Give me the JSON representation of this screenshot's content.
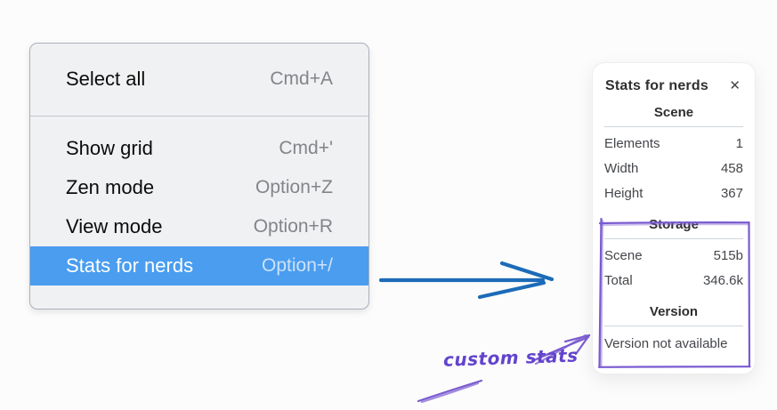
{
  "context_menu": {
    "sections": [
      {
        "items": [
          {
            "label": "Select all",
            "shortcut": "Cmd+A"
          }
        ]
      },
      {
        "items": [
          {
            "label": "Show grid",
            "shortcut": "Cmd+'"
          },
          {
            "label": "Zen mode",
            "shortcut": "Option+Z"
          },
          {
            "label": "View mode",
            "shortcut": "Option+R"
          },
          {
            "label": "Stats for nerds",
            "shortcut": "Option+/",
            "selected": true
          }
        ]
      }
    ]
  },
  "stats_panel": {
    "title": "Stats for nerds",
    "close_icon": "✕",
    "sections": [
      {
        "header": "Scene",
        "rows": [
          {
            "label": "Elements",
            "value": "1"
          },
          {
            "label": "Width",
            "value": "458"
          },
          {
            "label": "Height",
            "value": "367"
          }
        ]
      },
      {
        "header": "Storage",
        "rows": [
          {
            "label": "Scene",
            "value": "515b"
          },
          {
            "label": "Total",
            "value": "346.6k"
          }
        ]
      },
      {
        "header": "Version",
        "note": "Version not available"
      }
    ]
  },
  "annotations": {
    "custom_stats_label": "custom stats"
  },
  "colors": {
    "menu_highlight": "#4a9def",
    "blue_arrow": "#1c6bb8",
    "purple_annotation": "#7a5bd0"
  }
}
